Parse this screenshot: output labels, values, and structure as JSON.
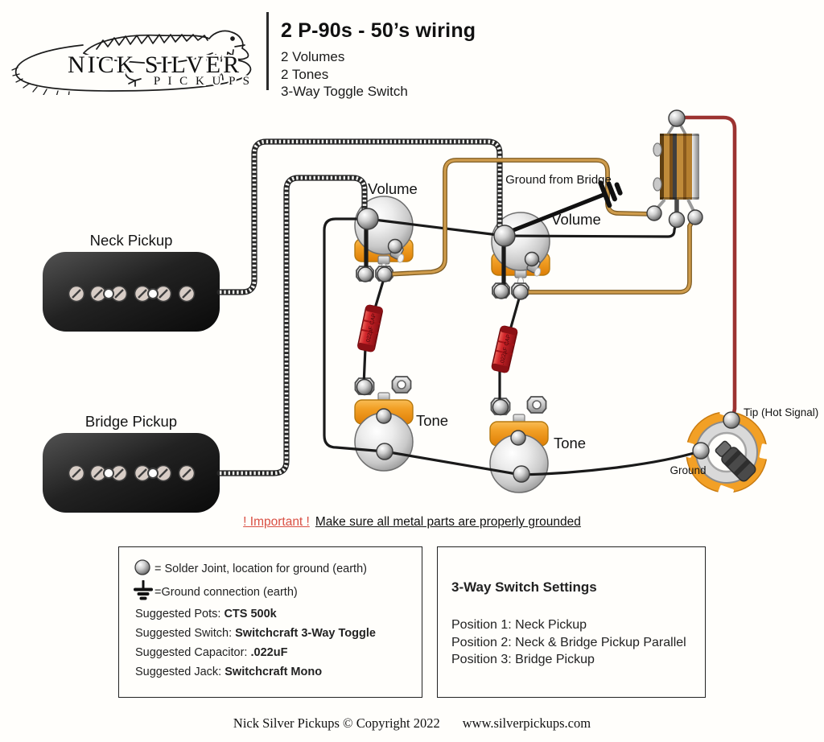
{
  "header": {
    "brand": {
      "line1": "NICK SILVER",
      "line2": "P I C K U P S"
    },
    "title": "2 P-90s - 50’s wiring",
    "subtitles": [
      "2 Volumes",
      "2 Tones",
      "3-Way Toggle Switch"
    ]
  },
  "diagram": {
    "labels": {
      "neck_pickup": "Neck Pickup",
      "bridge_pickup": "Bridge Pickup",
      "volume_left": "Volume",
      "volume_right": "Volume",
      "tone_left": "Tone",
      "tone_right": "Tone",
      "ground_from_bridge": "Ground from Bridge",
      "jack_tip": "Tip (Hot Signal)",
      "jack_ground": "Ground",
      "cap_left": ".022µF CAP",
      "cap_right": ".022µF CAP"
    },
    "colors": {
      "pot_base_orange": "#F2A026",
      "wire_tan": "#CF9C4C",
      "wire_red": "#9C3331",
      "wire_black": "#1A1A1A",
      "cap_red": "#D2262B"
    }
  },
  "important_note": {
    "highlight": "! Important !",
    "text": "Make sure all metal parts are properly grounded"
  },
  "legend": {
    "solder_joint_text": "= Solder Joint, location for ground (earth)",
    "ground_text": "=Ground connection (earth)",
    "suggestions": [
      {
        "label": "Suggested Pots: ",
        "value": "CTS 500k"
      },
      {
        "label": "Suggested Switch: ",
        "value": "Switchcraft 3-Way Toggle"
      },
      {
        "label": "Suggested Capacitor: ",
        "value": ".022uF"
      },
      {
        "label": "Suggested Jack: ",
        "value": "Switchcraft Mono"
      }
    ]
  },
  "switch_settings": {
    "title": "3-Way Switch Settings",
    "positions": [
      "Position 1: Neck Pickup",
      "Position 2: Neck & Bridge Pickup Parallel",
      "Position 3: Bridge Pickup"
    ]
  },
  "footer": {
    "copyright": "Nick Silver Pickups © Copyright 2022",
    "website": "www.silverpickups.com"
  }
}
